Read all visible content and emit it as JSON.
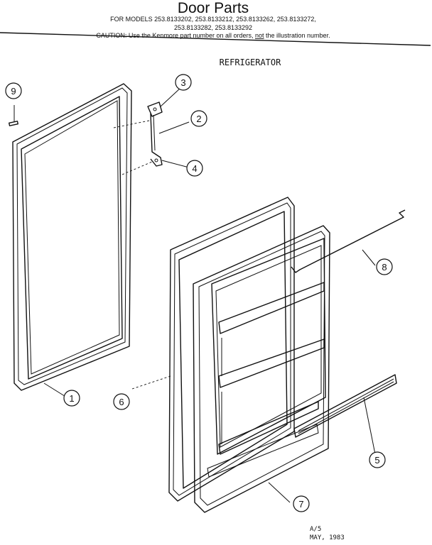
{
  "header": {
    "title": "Door Parts",
    "models_line1": "FOR MODELS 253.8133202, 253.8133212, 253.8133262, 253.8133272,",
    "models_line2": "253.8133282, 253.8133292",
    "caution_prefix": "CAUTION: Use the Kenmore part number on all orders, ",
    "caution_not": "not",
    "caution_suffix": " the illustration number."
  },
  "section_label": "REFRIGERATOR",
  "callouts": [
    {
      "id": "9",
      "label": "9"
    },
    {
      "id": "3",
      "label": "3"
    },
    {
      "id": "2",
      "label": "2"
    },
    {
      "id": "4",
      "label": "4"
    },
    {
      "id": "8",
      "label": "8"
    },
    {
      "id": "1",
      "label": "1"
    },
    {
      "id": "6",
      "label": "6"
    },
    {
      "id": "5",
      "label": "5"
    },
    {
      "id": "7",
      "label": "7"
    }
  ],
  "footer": {
    "code": "A/5",
    "date": "MAY, 1983"
  }
}
